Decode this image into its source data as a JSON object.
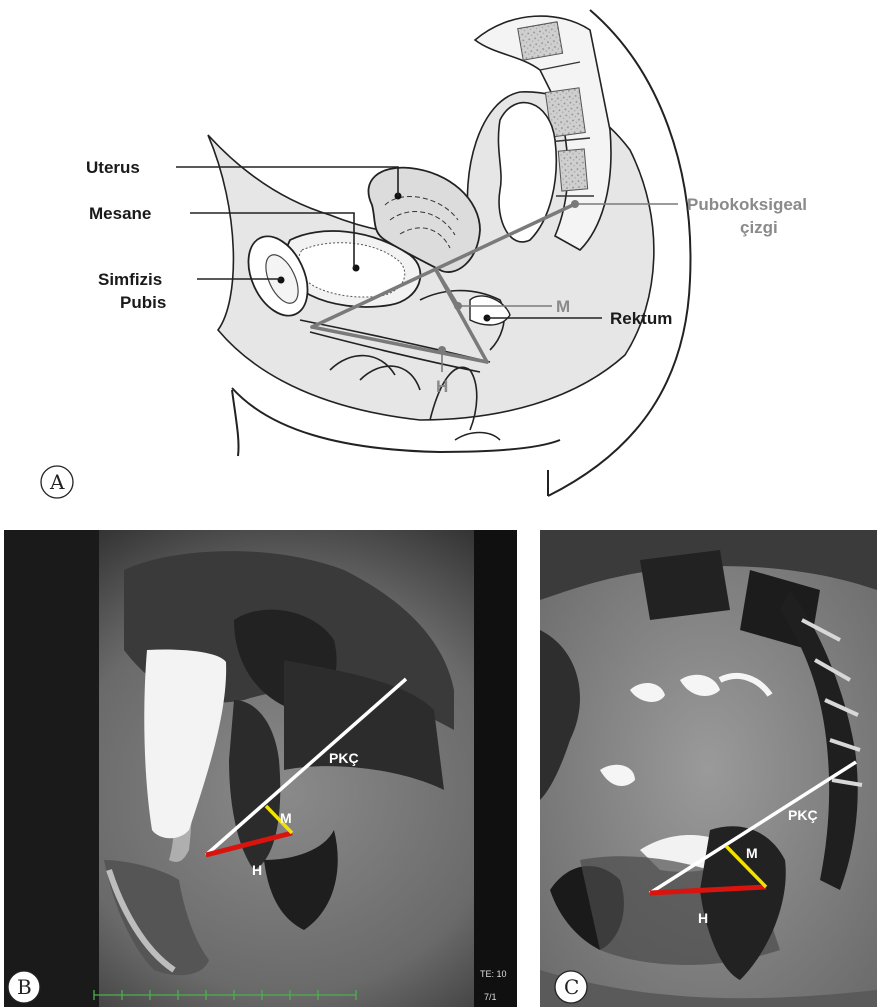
{
  "panelA": {
    "letter": "A",
    "labels": {
      "uterus": "Uterus",
      "mesane": "Mesane",
      "simfizis_1": "Simfizis",
      "simfizis_2": "Pubis",
      "pubo_1": "Pubokoksigeal",
      "pubo_2": "çizgi",
      "m": "M",
      "rektum": "Rektum",
      "h": "H"
    }
  },
  "panelB": {
    "letter": "B",
    "line_labels": {
      "pkc": "PKÇ",
      "m": "M",
      "h": "H"
    },
    "corner_text": {
      "te": "TE: 10",
      "date": "7/1"
    },
    "line_colors": {
      "pkc": "#ffffff",
      "m": "#f2e200",
      "h": "#d9140e"
    }
  },
  "panelC": {
    "letter": "C",
    "line_labels": {
      "pkc": "PKÇ",
      "m": "M",
      "h": "H"
    },
    "line_colors": {
      "pkc": "#ffffff",
      "m": "#f2e200",
      "h": "#d9140e"
    }
  }
}
